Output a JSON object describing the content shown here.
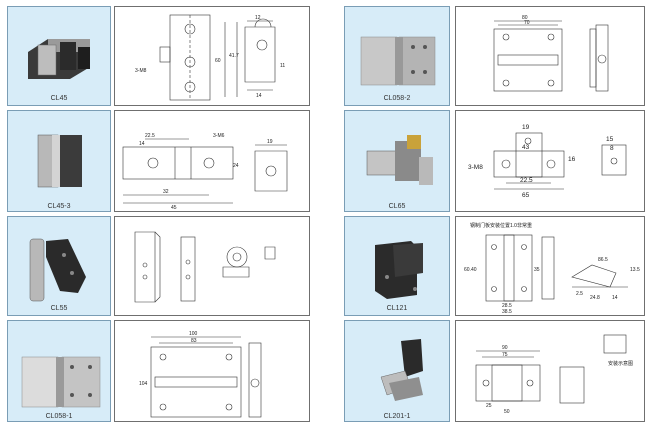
{
  "products": [
    {
      "model": "CL45",
      "dims": {
        "a": "3-M8",
        "b": "60",
        "c": "41.7",
        "d": "12",
        "e": "14",
        "f": "11"
      }
    },
    {
      "model": "CL058-2",
      "dims": {
        "a": "80",
        "b": "70"
      }
    },
    {
      "model": "CL45-3",
      "dims": {
        "a": "22.5",
        "b": "3-M6",
        "c": "14",
        "d": "24",
        "e": "32",
        "f": "45",
        "g": "19"
      }
    },
    {
      "model": "CL65",
      "dims": {
        "a": "19",
        "b": "43",
        "c": "16",
        "d": "3-M8",
        "e": "22.5",
        "f": "65",
        "g": "15",
        "h": "8"
      }
    },
    {
      "model": "CL55",
      "dims": {}
    },
    {
      "model": "CL121",
      "dims": {
        "note": "钢制门板安装位置1.0非常重",
        "a": "60.40",
        "b": "35",
        "c": "28.5",
        "d": "38.5",
        "e": "86.5",
        "f": "13.5",
        "g": "2.5",
        "h": "24.8",
        "i": "14"
      }
    },
    {
      "model": "CL058-1",
      "dims": {
        "a": "100",
        "b": "83",
        "c": "104"
      }
    },
    {
      "model": "CL201-1",
      "dims": {
        "a": "90",
        "b": "75",
        "c": "50",
        "d": "25",
        "note": "安装示意图"
      }
    }
  ]
}
